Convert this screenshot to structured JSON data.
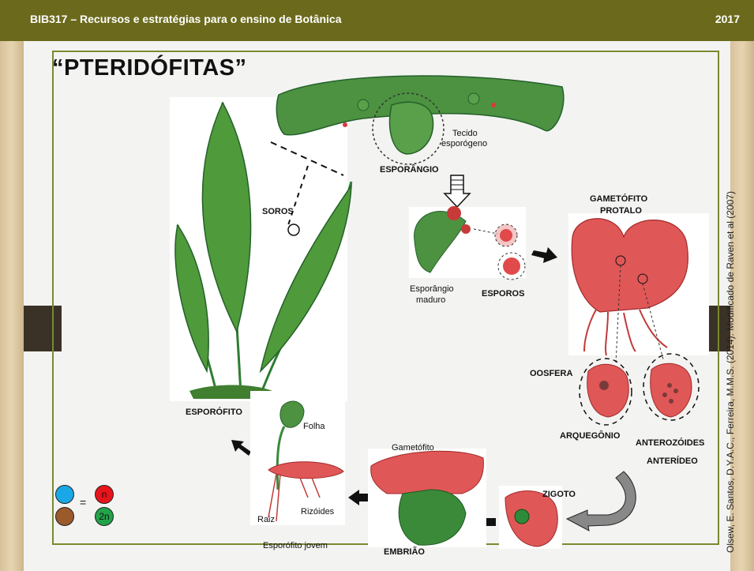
{
  "header": {
    "course": "BIB317 – Recursos e estratégias para o ensino de Botânica",
    "year": "2017"
  },
  "slide": {
    "title": "“PTERIDÓFITAS”",
    "credit": "Olsew, E. Santos, D.Y.A.C., Ferreira, M.M.S. (2014). Modificado de Raven et al (2007)"
  },
  "labels": {
    "tecido": "Tecido",
    "esporogeno": "esporógeno",
    "esporangio": "ESPORÂNGIO",
    "soros": "SOROS",
    "gametofito_protalo_1": "GAMETÓFITO",
    "gametofito_protalo_2": "PROTALO",
    "esporangio_maduro_1": "Esporângio",
    "esporangio_maduro_2": "maduro",
    "esporos": "ESPOROS",
    "oosfera": "OOSFERA",
    "arquegonio": "ARQUEGÔNIO",
    "anterozoides": "ANTEROZÓIDES",
    "anterideo": "ANTERÍDEO",
    "esporofito": "ESPORÓFITO",
    "folha": "Folha",
    "gametofito": "Gametófito",
    "zigoto": "ZIGOTO",
    "raiz": "Raiz",
    "rizoides": "Rizóides",
    "esporofito_jovem": "Esporófito jovem",
    "embriao": "EMBRIÃO"
  },
  "legend": {
    "equals": "=",
    "haploid": "n",
    "diploid": "2n",
    "colors": {
      "blue": "#1aa7e6",
      "brown": "#9a5a2a",
      "red": "#e8141b",
      "green": "#22a34a"
    }
  }
}
